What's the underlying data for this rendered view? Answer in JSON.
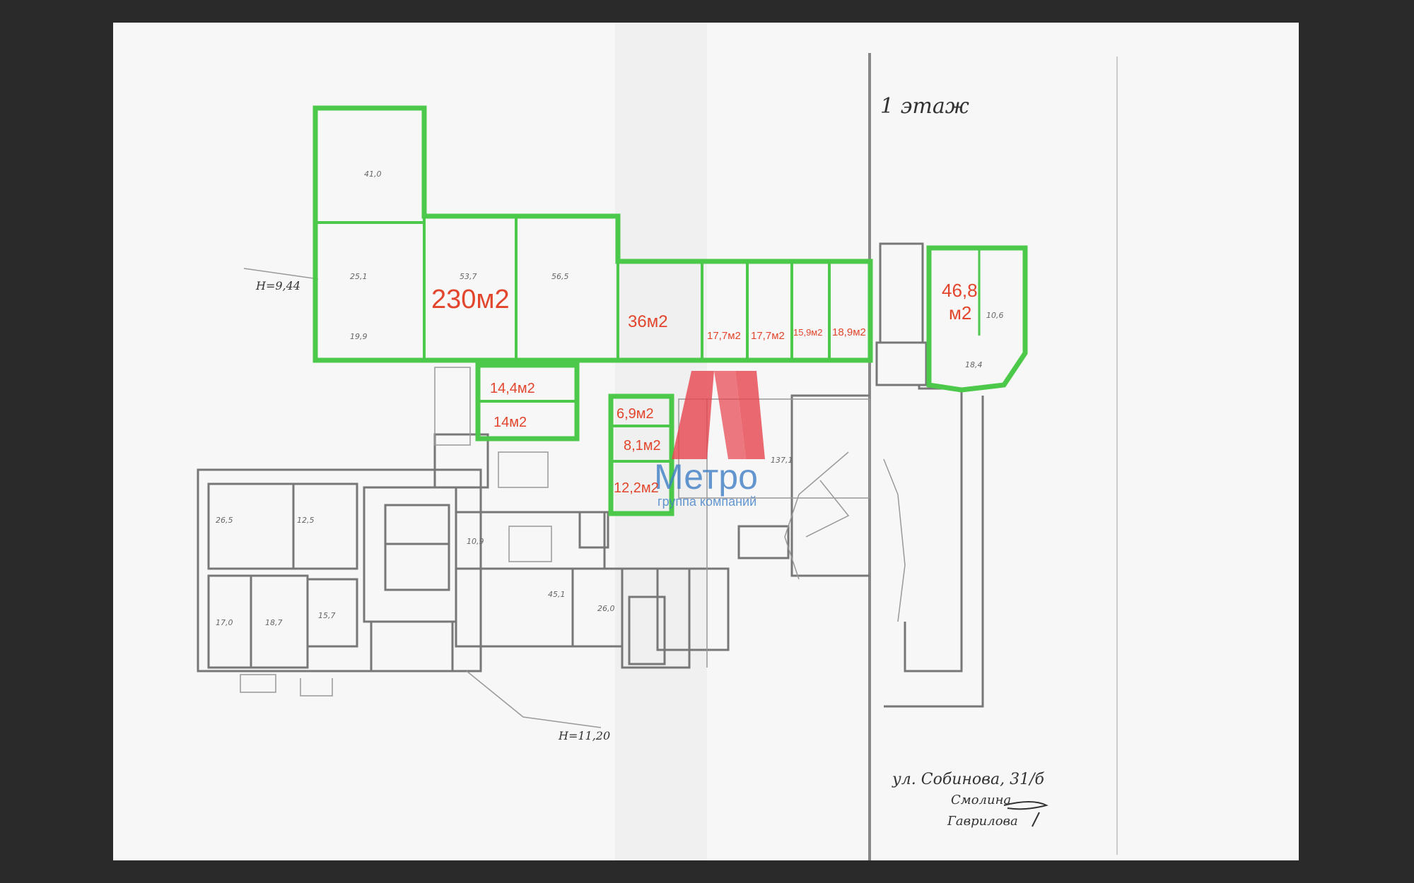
{
  "plan": {
    "floor_title": "1 этаж",
    "address": "ул. Собинова, 31/б",
    "signature_1": "Смолина",
    "signature_2": "Гаврилова",
    "height_mark_1": "Н=9,44",
    "height_mark_2": "Н=11,20"
  },
  "areas": {
    "a230": "230м2",
    "a36": "36м2",
    "a17_7_1": "17,7м2",
    "a17_7_2": "17,7м2",
    "a15_9": "15,9м2",
    "a18_9": "18,9м2",
    "a14_4": "14,4м2",
    "a14": "14м2",
    "a6_9": "6,9м2",
    "a8_1": "8,1м2",
    "a12_2": "12,2м2",
    "a46_8_line1": "46,8",
    "a46_8_line2": "м2"
  },
  "room_numbers": [
    "41,0",
    "25,1",
    "53,7",
    "56,5",
    "19,9",
    "137,1",
    "45,1",
    "26,0",
    "26,5",
    "12,5",
    "17,0",
    "18,7",
    "15,7",
    "10,9",
    "10,6",
    "18,4"
  ],
  "watermark": {
    "brand": "Метро",
    "tagline": "группа компаний",
    "logo_color": "#e8454f",
    "text_color": "#3f7fc6"
  },
  "colors": {
    "highlight": "#4cc94a",
    "area_label": "#e2452c"
  }
}
